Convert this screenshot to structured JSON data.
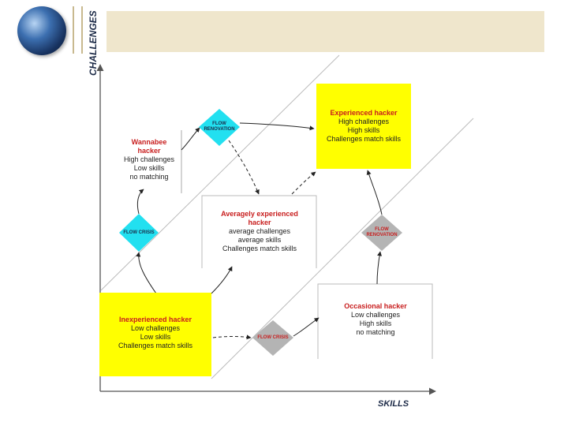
{
  "axes": {
    "y_label": "CHALLENGES",
    "x_label": "SKILLS"
  },
  "nodes": {
    "experienced": {
      "title": "Experienced hacker",
      "lines": [
        "High challenges",
        "High skills",
        "Challenges match skills"
      ]
    },
    "wannabee": {
      "title_lines": [
        "Wannabee",
        "hacker"
      ],
      "lines": [
        "High challenges",
        "Low skills",
        "no matching"
      ]
    },
    "averagely": {
      "title_lines": [
        "Averagely experienced",
        "hacker"
      ],
      "lines": [
        "average challenges",
        "average skills",
        "Challenges match skills"
      ]
    },
    "inexperienced": {
      "title": "Inexperienced hacker",
      "lines": [
        "Low challenges",
        "Low skills",
        "Challenges match skills"
      ]
    },
    "occasional": {
      "title": "Occasional hacker",
      "lines": [
        "Low challenges",
        "High skills",
        "no matching"
      ]
    }
  },
  "diamonds": {
    "flow_renovation_top": {
      "lines": [
        "FLOW",
        "RENOVATION"
      ],
      "color": "#22e0f0"
    },
    "flow_crisis_left": {
      "lines": [
        "FLOW CRISIS"
      ],
      "color": "#22e0f0"
    },
    "flow_renovation_right": {
      "lines": [
        "FLOW",
        "RENOVATION"
      ],
      "color": "#b4b4b4"
    },
    "flow_crisis_bottom": {
      "lines": [
        "FLOW CRISIS"
      ],
      "color": "#b4b4b4"
    }
  },
  "colors": {
    "yellow": "#ffff00",
    "title_red": "#c81e1e",
    "axis": "#555555",
    "diagonal": "#bbbbbb"
  }
}
